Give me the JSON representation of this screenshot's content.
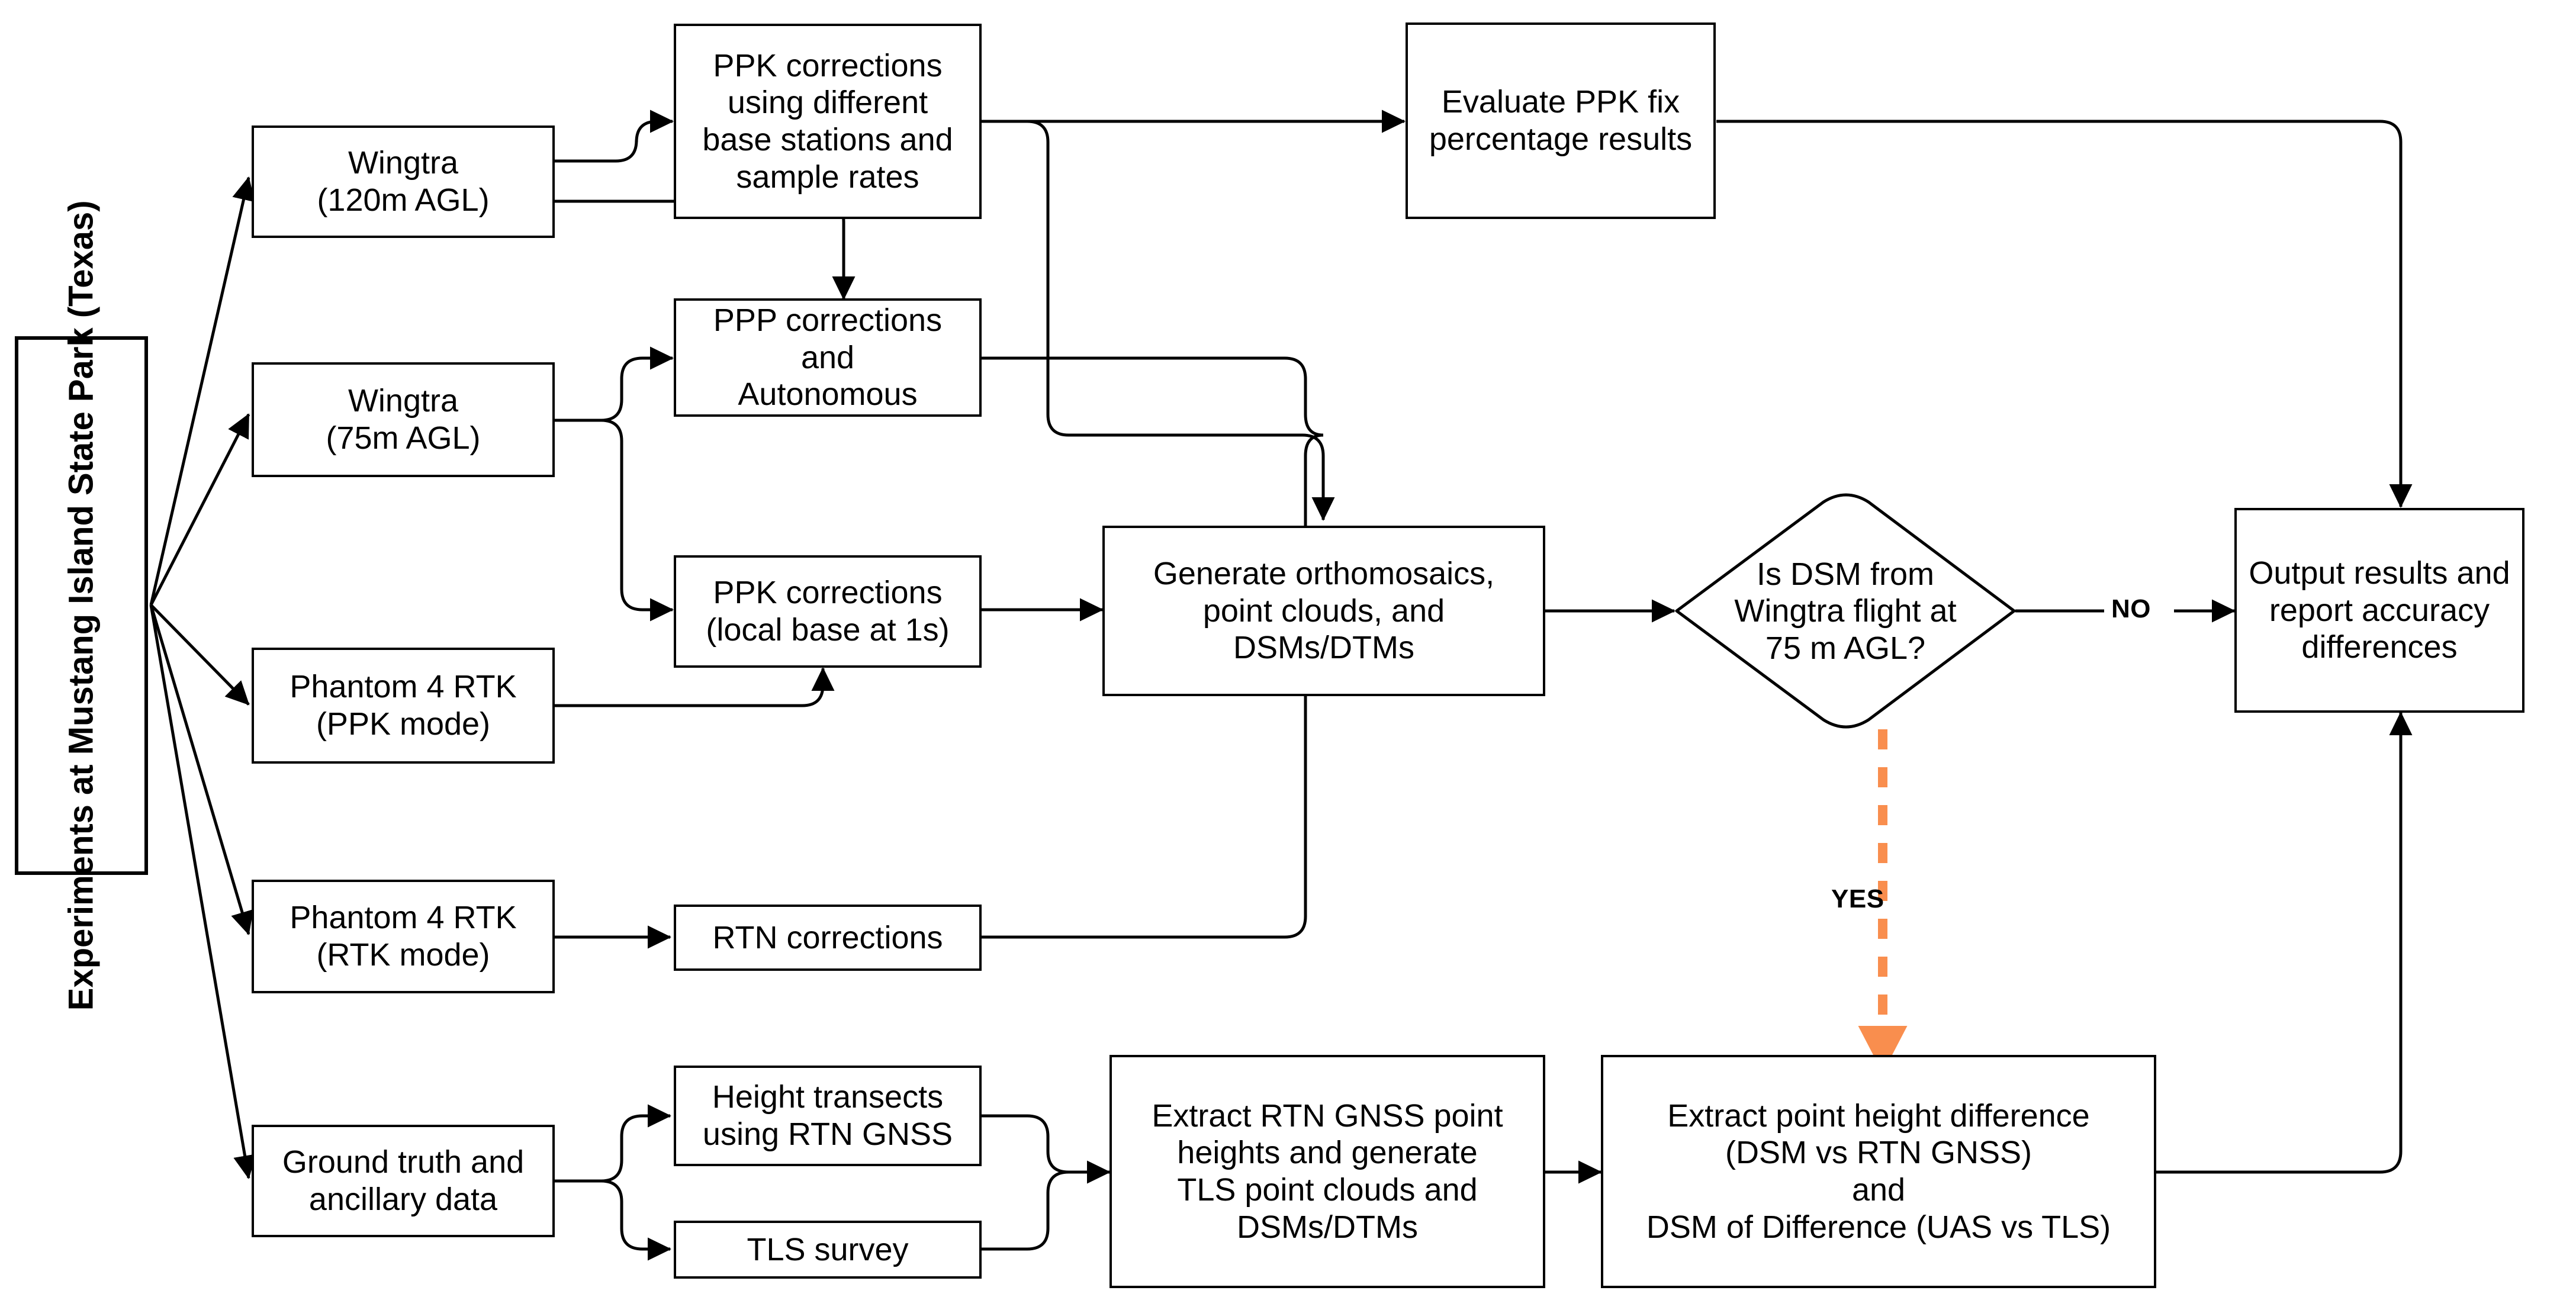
{
  "diagram": {
    "title_label": "Experiments at Mustang Island State Park (Texas)",
    "accent_color": "#F98E4E",
    "line_color": "#000000",
    "nodes": {
      "wingtra120": "Wingtra\n(120m AGL)",
      "wingtra75": "Wingtra\n(75m AGL)",
      "phantom_ppk": "Phantom 4 RTK\n(PPK mode)",
      "phantom_rtk": "Phantom 4 RTK\n(RTK mode)",
      "ground_truth": "Ground truth and\nancillary data",
      "ppk_base_rates": "PPK corrections\nusing different\nbase stations and\nsample rates",
      "ppp_autonomous": "PPP corrections\nand\nAutonomous",
      "ppk_local_base": "PPK corrections\n(local base at 1s)",
      "rtn_corrections": "RTN corrections",
      "height_transects": "Height transects\nusing RTN GNSS",
      "tls_survey": "TLS survey",
      "evaluate_ppk_fix": "Evaluate PPK fix\npercentage results",
      "generate_products": "Generate orthomosaics,\npoint clouds, and\nDSMs/DTMs",
      "decision": "Is DSM from\nWingtra flight at\n75 m AGL?",
      "extract_rtn_gnss": "Extract RTN GNSS point\nheights and generate\nTLS point clouds and\nDSMs/DTMs",
      "extract_height_diff": "Extract point height difference\n(DSM vs RTN GNSS)\nand\nDSM of Difference (UAS vs TLS)",
      "output_results": "Output results and\nreport accuracy\ndifferences"
    },
    "edge_labels": {
      "no": "NO",
      "yes": "YES"
    }
  }
}
